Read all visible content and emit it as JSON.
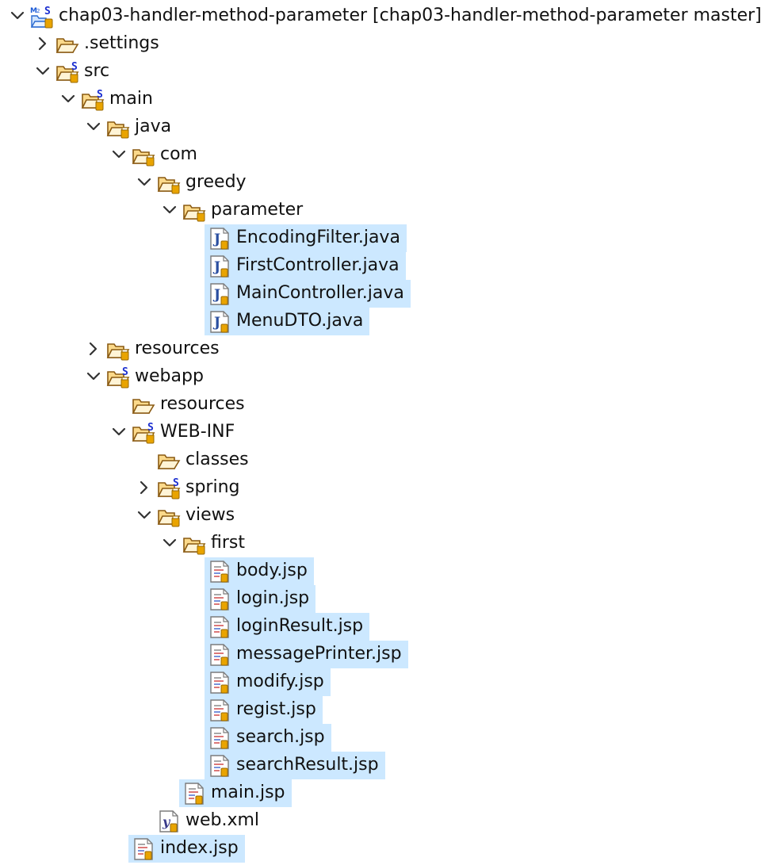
{
  "colors": {
    "selection": "#cce8ff",
    "folder_stroke": "#8a5a12",
    "folder_fill": "#fbd98a",
    "jar_fill": "#e9a400",
    "spring_badge": "#1c2fd0",
    "java_j": "#2a4ea0",
    "chevron": "#333333"
  },
  "tree": [
    {
      "label": "chap03-handler-method-parameter [chap03-handler-method-parameter master]",
      "depth": 0,
      "chevron": "expanded",
      "icon": "maven-spring-project-icon",
      "selected": false
    },
    {
      "label": ".settings",
      "depth": 1,
      "chevron": "collapsed",
      "icon": "folder-icon",
      "selected": false
    },
    {
      "label": "src",
      "depth": 1,
      "chevron": "expanded",
      "icon": "spring-source-folder-icon",
      "selected": false
    },
    {
      "label": "main",
      "depth": 2,
      "chevron": "expanded",
      "icon": "spring-source-folder-icon",
      "selected": false
    },
    {
      "label": "java",
      "depth": 3,
      "chevron": "expanded",
      "icon": "source-folder-icon",
      "selected": false
    },
    {
      "label": "com",
      "depth": 4,
      "chevron": "expanded",
      "icon": "source-folder-icon",
      "selected": false
    },
    {
      "label": "greedy",
      "depth": 5,
      "chevron": "expanded",
      "icon": "source-folder-icon",
      "selected": false
    },
    {
      "label": "parameter",
      "depth": 6,
      "chevron": "expanded",
      "icon": "source-folder-icon",
      "selected": false
    },
    {
      "label": "EncodingFilter.java",
      "depth": 7,
      "chevron": "none",
      "icon": "java-file-icon",
      "selected": true
    },
    {
      "label": "FirstController.java",
      "depth": 7,
      "chevron": "none",
      "icon": "java-file-icon",
      "selected": true
    },
    {
      "label": "MainController.java",
      "depth": 7,
      "chevron": "none",
      "icon": "java-file-icon",
      "selected": true
    },
    {
      "label": "MenuDTO.java",
      "depth": 7,
      "chevron": "none",
      "icon": "java-file-icon",
      "selected": true
    },
    {
      "label": "resources",
      "depth": 3,
      "chevron": "collapsed",
      "icon": "source-folder-icon",
      "selected": false
    },
    {
      "label": "webapp",
      "depth": 3,
      "chevron": "expanded",
      "icon": "spring-source-folder-icon",
      "selected": false
    },
    {
      "label": "resources",
      "depth": 4,
      "chevron": "none",
      "icon": "folder-icon",
      "selected": false
    },
    {
      "label": "WEB-INF",
      "depth": 4,
      "chevron": "expanded",
      "icon": "spring-source-folder-icon",
      "selected": false
    },
    {
      "label": "classes",
      "depth": 5,
      "chevron": "none",
      "icon": "folder-icon",
      "selected": false
    },
    {
      "label": "spring",
      "depth": 5,
      "chevron": "collapsed",
      "icon": "spring-source-folder-icon",
      "selected": false
    },
    {
      "label": "views",
      "depth": 5,
      "chevron": "expanded",
      "icon": "source-folder-icon",
      "selected": false
    },
    {
      "label": "first",
      "depth": 6,
      "chevron": "expanded",
      "icon": "source-folder-icon",
      "selected": false
    },
    {
      "label": "body.jsp",
      "depth": 7,
      "chevron": "none",
      "icon": "jsp-file-icon",
      "selected": true
    },
    {
      "label": "login.jsp",
      "depth": 7,
      "chevron": "none",
      "icon": "jsp-file-icon",
      "selected": true
    },
    {
      "label": "loginResult.jsp",
      "depth": 7,
      "chevron": "none",
      "icon": "jsp-file-icon",
      "selected": true
    },
    {
      "label": "messagePrinter.jsp",
      "depth": 7,
      "chevron": "none",
      "icon": "jsp-file-icon",
      "selected": true
    },
    {
      "label": "modify.jsp",
      "depth": 7,
      "chevron": "none",
      "icon": "jsp-file-icon",
      "selected": true
    },
    {
      "label": "regist.jsp",
      "depth": 7,
      "chevron": "none",
      "icon": "jsp-file-icon",
      "selected": true
    },
    {
      "label": "search.jsp",
      "depth": 7,
      "chevron": "none",
      "icon": "jsp-file-icon",
      "selected": true
    },
    {
      "label": "searchResult.jsp",
      "depth": 7,
      "chevron": "none",
      "icon": "jsp-file-icon",
      "selected": true
    },
    {
      "label": "main.jsp",
      "depth": 6,
      "chevron": "none",
      "icon": "jsp-file-icon",
      "selected": true
    },
    {
      "label": "web.xml",
      "depth": 5,
      "chevron": "none",
      "icon": "xml-file-icon",
      "selected": false
    },
    {
      "label": "index.jsp",
      "depth": 4,
      "chevron": "none",
      "icon": "jsp-file-icon",
      "selected": true
    }
  ]
}
